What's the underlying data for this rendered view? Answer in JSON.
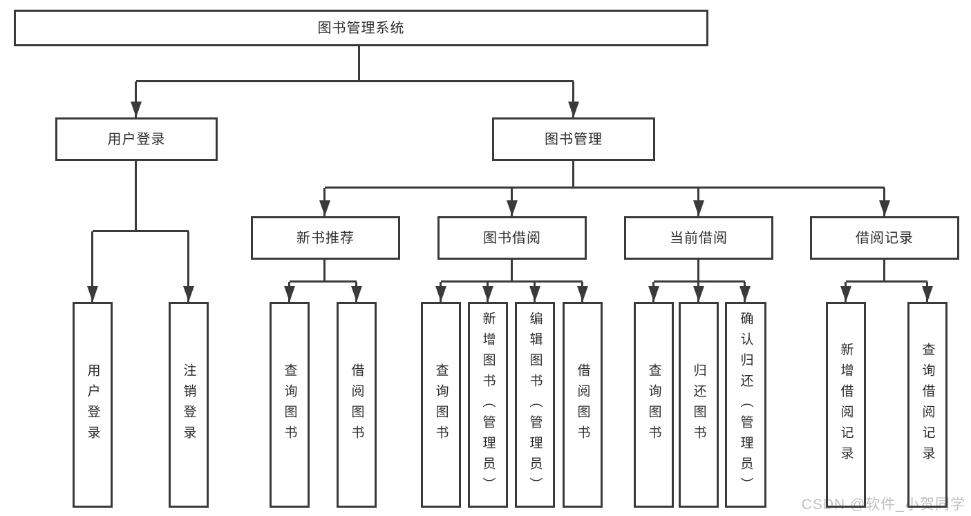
{
  "nodes": {
    "root": "图书管理系统",
    "user_login": "用户登录",
    "book_mgmt": "图书管理",
    "new_books": "新书推荐",
    "book_borrow": "图书借阅",
    "current_borrow": "当前借阅",
    "borrow_records": "借阅记录"
  },
  "leaves": {
    "user_login": [
      "用户登录",
      "注销登录"
    ],
    "new_books": [
      "查询图书",
      "借阅图书"
    ],
    "book_borrow": [
      "查询图书",
      "新增图书（管理员）",
      "编辑图书（管理员）",
      "借阅图书"
    ],
    "current_borrow": [
      "查询图书",
      "归还图书",
      "确认归还（管理员）"
    ],
    "borrow_records": [
      "新增借阅记录",
      "查询借阅记录"
    ]
  },
  "watermark": "CSDN @软件_小贺同学",
  "colors": {
    "line": "#3a3a3a",
    "text": "#2d2d2d",
    "watermark": "#c1c1c1",
    "background": "#ffffff"
  }
}
